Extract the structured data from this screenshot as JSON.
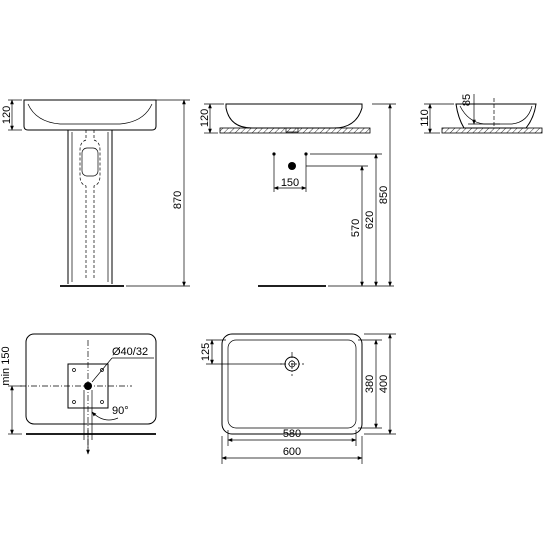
{
  "drawing": {
    "dimensions": {
      "basin_height": "120",
      "overall_height": "870",
      "countertop_basin_height": "120",
      "trap_offset": "150",
      "inner_height_570": "570",
      "inner_height_620": "620",
      "countertop_overall_height": "850",
      "side_depth": "85",
      "side_height": "110",
      "wall_min_height": "min 150",
      "waste_diameter": "Ø40/32",
      "angle": "90°",
      "top_offset": "125",
      "inner_depth": "380",
      "outer_depth": "400",
      "inner_width": "580",
      "outer_width": "600"
    }
  }
}
